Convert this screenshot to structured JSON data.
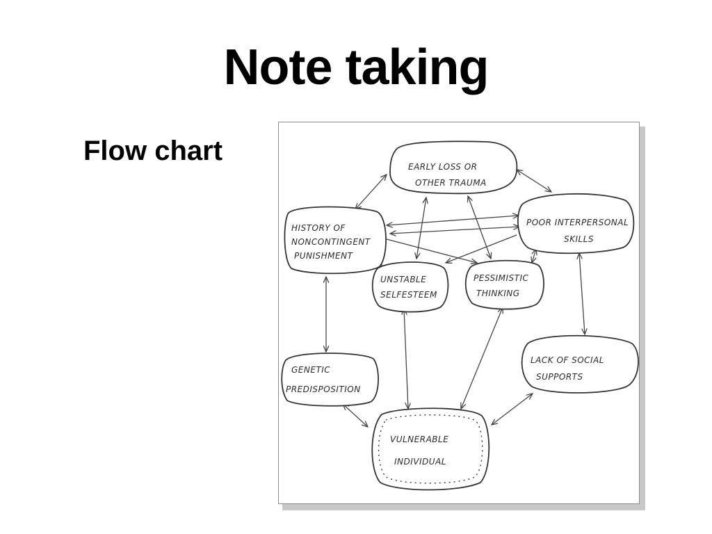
{
  "slide": {
    "title": "Note taking",
    "bullet": "Flow chart"
  },
  "diagram": {
    "nodes": {
      "early_loss": {
        "line1": "EARLY LOSS OR",
        "line2": "OTHER TRAUMA"
      },
      "history": {
        "line1": "HISTORY OF",
        "line2": "NONCONTINGENT",
        "line3": "PUNISHMENT"
      },
      "poor_skills": {
        "line1": "POOR INTERPERSONAL",
        "line2": "SKILLS"
      },
      "unstable": {
        "line1": "UNSTABLE",
        "line2": "SELFESTEEM"
      },
      "pessimistic": {
        "line1": "PESSIMISTIC",
        "line2": "THINKING"
      },
      "genetic": {
        "line1": "GENETIC",
        "line2": "PREDISPOSITION"
      },
      "lack_support": {
        "line1": "LACK OF SOCIAL",
        "line2": "SUPPORTS"
      },
      "vulnerable": {
        "line1": "VULNERABLE",
        "line2": "INDIVIDUAL"
      }
    }
  },
  "colors": {
    "ink": "#333333",
    "frame_border": "#8a8a8a",
    "shadow": "#c8c8c8"
  }
}
